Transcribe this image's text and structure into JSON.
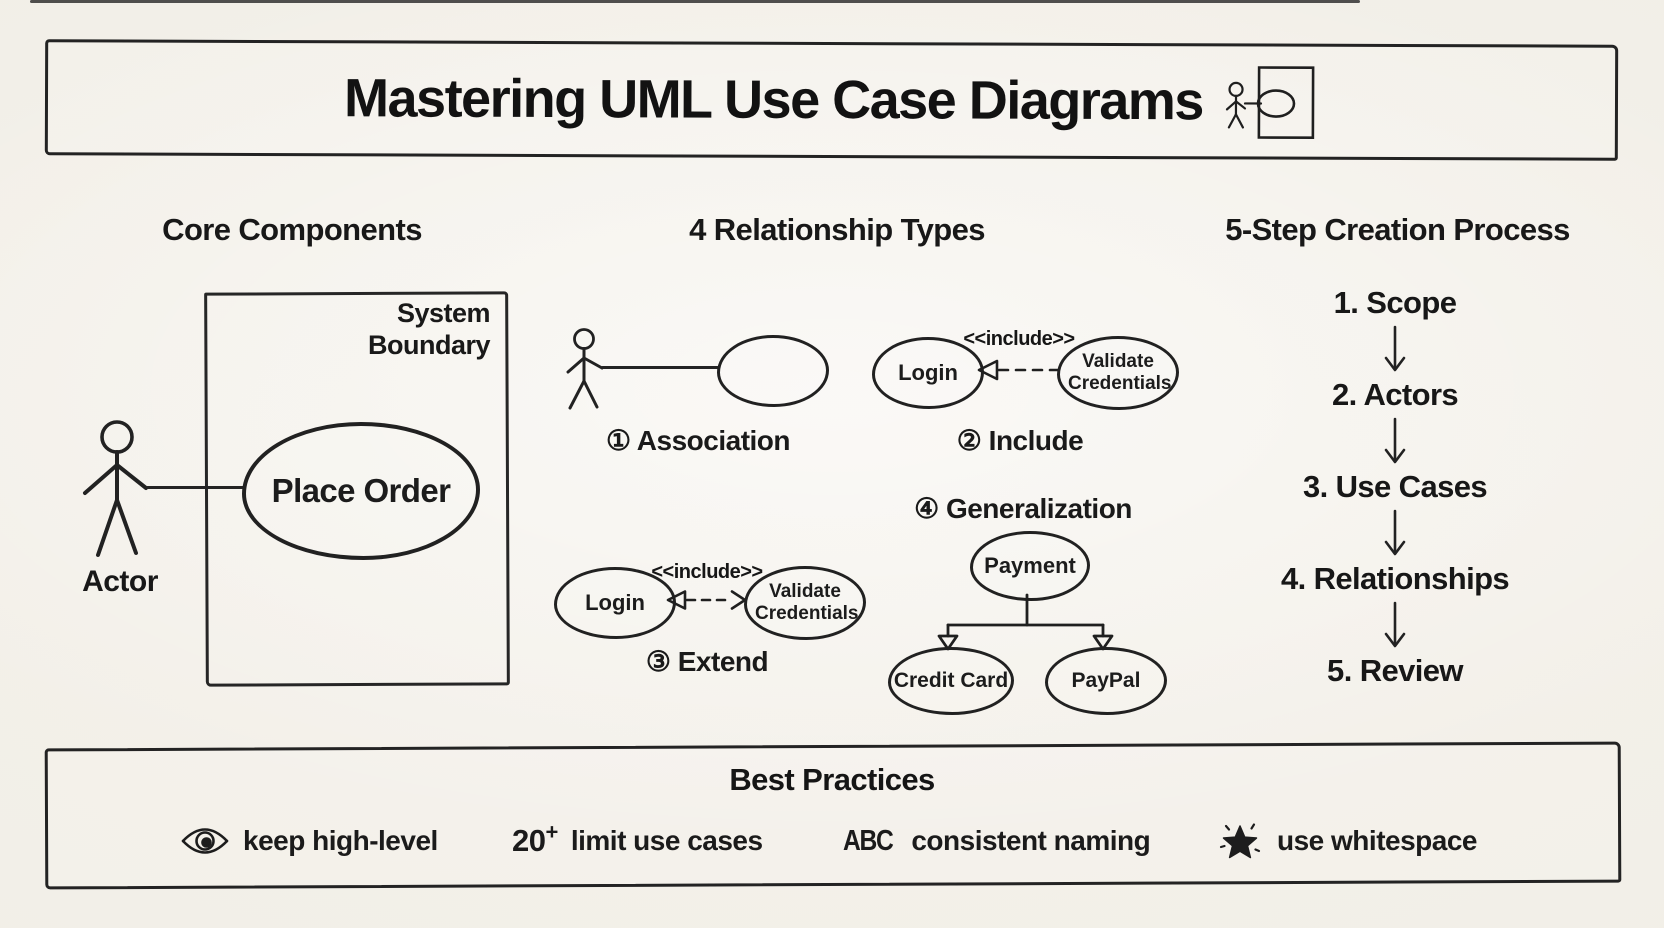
{
  "colors": {
    "ink": "#1e1e1e",
    "paper": "#f3f0e9"
  },
  "title": "Mastering UML Use Case Diagrams",
  "core": {
    "heading": "Core Components",
    "boundary_label": "System Boundary",
    "use_case_label": "Place Order",
    "actor_label": "Actor"
  },
  "relationships": {
    "heading": "4 Relationship Types",
    "association": {
      "label": "① Association"
    },
    "include": {
      "label": "② Include",
      "stereotype": "<<include>>",
      "source": "Login",
      "target": "Validate Credentials"
    },
    "extend": {
      "label": "③ Extend",
      "stereotype": "<<include>>",
      "source": "Login",
      "target": "Validate Credentials"
    },
    "generalization": {
      "label": "④ Generalization",
      "parent": "Payment",
      "child_left": "Credit Card",
      "child_right": "PayPal"
    }
  },
  "process": {
    "heading": "5-Step Creation Process",
    "steps": [
      "1. Scope",
      "2. Actors",
      "3. Use Cases",
      "4. Relationships",
      "5. Review"
    ]
  },
  "best_practices": {
    "heading": "Best Practices",
    "item1": {
      "label": "keep high-level"
    },
    "item2": {
      "num": "20",
      "sup": "+",
      "label": "limit use cases"
    },
    "item3": {
      "abc": "ABC",
      "label": "consistent naming"
    },
    "item4": {
      "label": "use whitespace"
    }
  }
}
